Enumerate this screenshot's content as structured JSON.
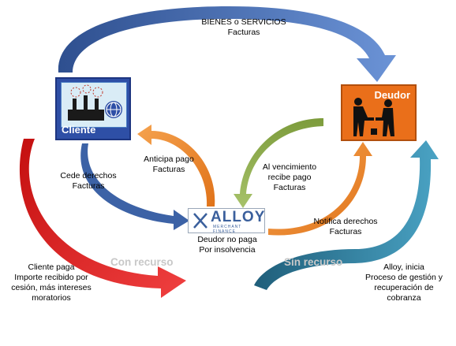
{
  "top_label": {
    "line1": "BIENES  o  SERVICIOS",
    "line2": "Facturas"
  },
  "nodes": {
    "cliente": {
      "label": "Cliente"
    },
    "deudor": {
      "label": "Deudor"
    },
    "alloy": {
      "brand": "ALLOY",
      "tagline": "MERCHANT FINANCE"
    }
  },
  "labels": {
    "cede": {
      "line1": "Cede derechos",
      "line2": "Facturas"
    },
    "anticipa": {
      "line1": "Anticipa pago",
      "line2": "Facturas"
    },
    "vencimiento": {
      "line1": "Al vencimiento",
      "line2": "recibe pago",
      "line3": "Facturas"
    },
    "notifica": {
      "line1": "Notifica  derechos",
      "line2": "Facturas"
    },
    "deudor_no_paga": {
      "line1": "Deudor no paga",
      "line2": "Por insolvencia"
    },
    "cliente_paga": {
      "line1": "Cliente paga",
      "line2": "Importe recibido por",
      "line3": "cesión, más intereses",
      "line4": "moratorios"
    },
    "alloy_inicia": {
      "line1": "Alloy, inicia",
      "line2": "Proceso de gestión y",
      "line3": "recuperación de",
      "line4": "cobranza"
    }
  },
  "watermarks": {
    "con_recurso": "Con recurso",
    "sin_recurso": "Sin recurso"
  },
  "colors": {
    "blue_arrow": "#3c62a6",
    "orange_arrow": "#f08a2c",
    "green_arrow": "#7a9a3a",
    "red_arrow": "#d81b1b",
    "teal_arrow": "#2e7fa0"
  }
}
